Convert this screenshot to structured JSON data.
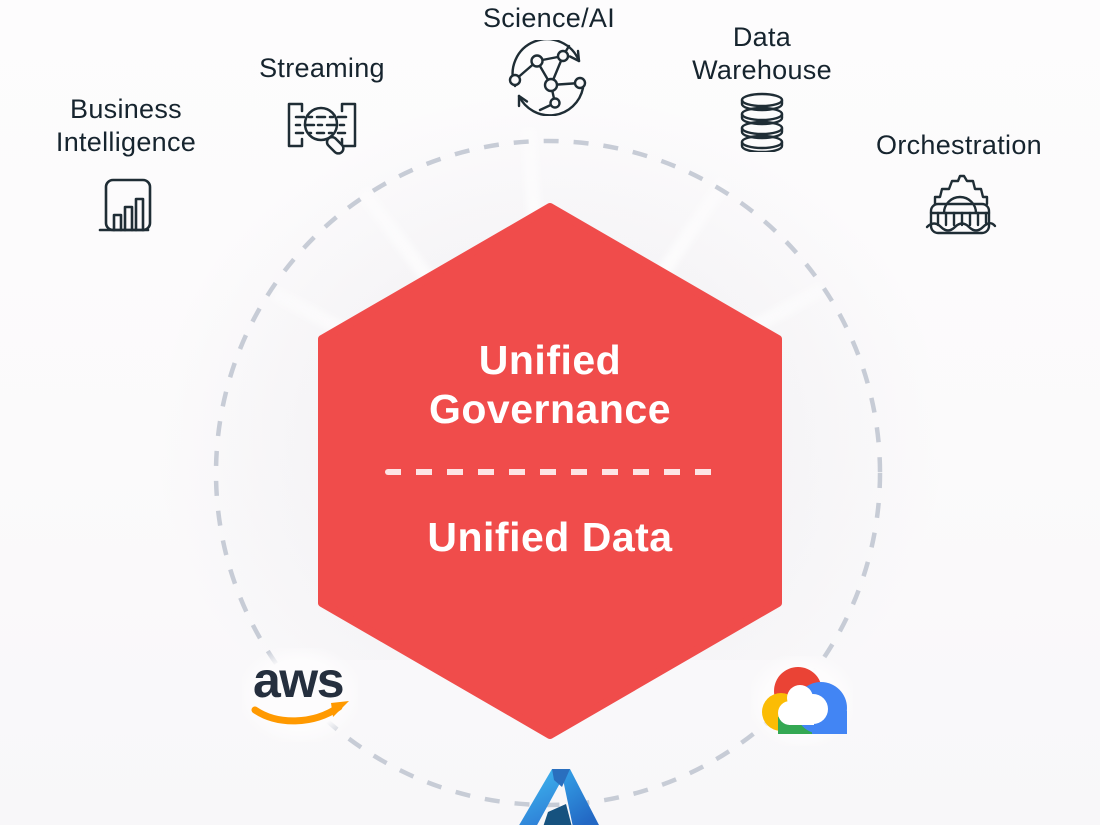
{
  "diagram": {
    "background_color": "#fbfafb",
    "ring_color": "#c7ccd6",
    "label_color": "#16242e",
    "icon_stroke_color": "#1f2d35",
    "categories": [
      {
        "id": "business-intelligence",
        "label": "Business\nIntelligence",
        "icon": "bar-chart-icon"
      },
      {
        "id": "streaming",
        "label": "Streaming",
        "icon": "stream-inspect-icon"
      },
      {
        "id": "science-ai",
        "label": "Science/AI",
        "icon": "network-cycle-icon"
      },
      {
        "id": "data-warehouse",
        "label": "Data\nWarehouse",
        "icon": "database-icon"
      },
      {
        "id": "orchestration",
        "label": "Orchestration",
        "icon": "gear-bridge-icon"
      }
    ],
    "hexagon": {
      "fill": "#f04c4b",
      "text_color": "#ffffff",
      "title_top": "Unified\nGovernance",
      "title_bottom": "Unified Data"
    },
    "cloud_platforms": {
      "aws": {
        "wordmark": "aws",
        "text_color": "#252f3e",
        "swoosh_color": "#ff9900"
      },
      "google_cloud": {
        "icon": "google-cloud-logo",
        "colors": [
          "#ea4335",
          "#fbbc05",
          "#34a853",
          "#4285f4"
        ]
      },
      "azure": {
        "icon": "azure-logo",
        "colors": [
          "#3fbdf1",
          "#2a6fbe",
          "#2368c4",
          "#16527f"
        ]
      }
    }
  }
}
